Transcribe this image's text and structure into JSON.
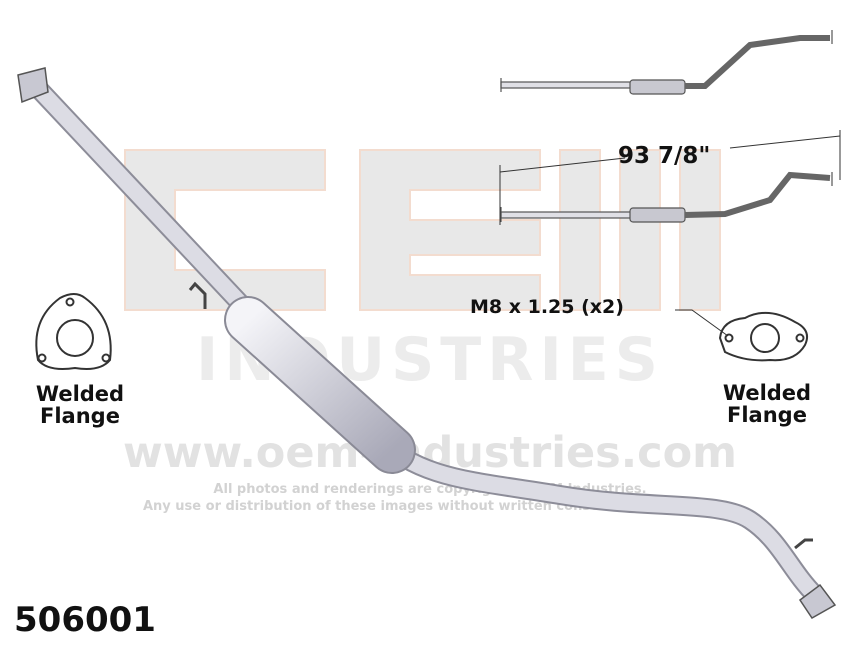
{
  "watermark": {
    "logo_top": "OEM",
    "logo_bottom": "INDUSTRIES",
    "url": "www.oem-industries.com",
    "copyright_line1": "All photos and renderings are copyright of OEM Industries.",
    "copyright_line2": "Any use or distribution of these images without written consent is prohibited."
  },
  "labels": {
    "left_flange": "Welded Flange",
    "right_flange": "Welded Flange",
    "bolt_spec": "M8 x 1.25 (x2)",
    "length": "93 7/8\"",
    "part_number": "506001"
  },
  "colors": {
    "watermark": "#e6e6e6",
    "watermark_edge": "#f2d6c8",
    "pipe": "#c9c9d4",
    "text": "#111111"
  }
}
